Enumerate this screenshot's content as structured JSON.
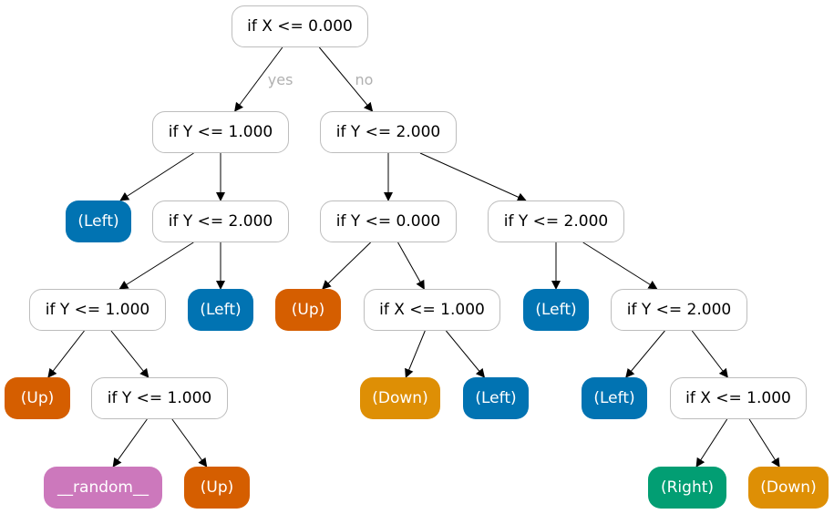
{
  "colors": {
    "Left": "#0173b2",
    "Up": "#d55e00",
    "Down": "#de8f05",
    "Right": "#029e73",
    "random": "#cc78bc"
  },
  "edge_labels": {
    "yes": "yes",
    "no": "no"
  },
  "nodes": [
    {
      "id": "n0",
      "kind": "decision",
      "label": "if X <= 0.000"
    },
    {
      "id": "n1",
      "kind": "decision",
      "label": "if Y <= 1.000"
    },
    {
      "id": "n2",
      "kind": "decision",
      "label": "if Y <= 2.000"
    },
    {
      "id": "n3",
      "kind": "leaf",
      "label": "(Left)",
      "class": "Left"
    },
    {
      "id": "n4",
      "kind": "decision",
      "label": "if Y <= 2.000"
    },
    {
      "id": "n5",
      "kind": "decision",
      "label": "if Y <= 0.000"
    },
    {
      "id": "n6",
      "kind": "decision",
      "label": "if Y <= 2.000"
    },
    {
      "id": "n7",
      "kind": "decision",
      "label": "if Y <= 1.000"
    },
    {
      "id": "n8",
      "kind": "leaf",
      "label": "(Left)",
      "class": "Left"
    },
    {
      "id": "n9",
      "kind": "leaf",
      "label": "(Up)",
      "class": "Up"
    },
    {
      "id": "n10",
      "kind": "decision",
      "label": "if X <= 1.000"
    },
    {
      "id": "n11",
      "kind": "leaf",
      "label": "(Left)",
      "class": "Left"
    },
    {
      "id": "n12",
      "kind": "decision",
      "label": "if Y <= 2.000"
    },
    {
      "id": "n13",
      "kind": "leaf",
      "label": "(Up)",
      "class": "Up"
    },
    {
      "id": "n14",
      "kind": "decision",
      "label": "if Y <= 1.000"
    },
    {
      "id": "n15",
      "kind": "leaf",
      "label": "(Down)",
      "class": "Down"
    },
    {
      "id": "n16",
      "kind": "leaf",
      "label": "(Left)",
      "class": "Left"
    },
    {
      "id": "n17",
      "kind": "leaf",
      "label": "(Left)",
      "class": "Left"
    },
    {
      "id": "n18",
      "kind": "decision",
      "label": "if X <= 1.000"
    },
    {
      "id": "n19",
      "kind": "leaf",
      "label": "__random__",
      "class": "random"
    },
    {
      "id": "n20",
      "kind": "leaf",
      "label": "(Up)",
      "class": "Up"
    },
    {
      "id": "n21",
      "kind": "leaf",
      "label": "(Right)",
      "class": "Right"
    },
    {
      "id": "n22",
      "kind": "leaf",
      "label": "(Down)",
      "class": "Down"
    }
  ],
  "edges": [
    {
      "from": "n0",
      "to": "n1",
      "label": "yes"
    },
    {
      "from": "n0",
      "to": "n2",
      "label": "no"
    },
    {
      "from": "n1",
      "to": "n3"
    },
    {
      "from": "n1",
      "to": "n4"
    },
    {
      "from": "n2",
      "to": "n5"
    },
    {
      "from": "n2",
      "to": "n6"
    },
    {
      "from": "n4",
      "to": "n7"
    },
    {
      "from": "n4",
      "to": "n8"
    },
    {
      "from": "n5",
      "to": "n9"
    },
    {
      "from": "n5",
      "to": "n10"
    },
    {
      "from": "n6",
      "to": "n11"
    },
    {
      "from": "n6",
      "to": "n12"
    },
    {
      "from": "n7",
      "to": "n13"
    },
    {
      "from": "n7",
      "to": "n14"
    },
    {
      "from": "n10",
      "to": "n15"
    },
    {
      "from": "n10",
      "to": "n16"
    },
    {
      "from": "n12",
      "to": "n17"
    },
    {
      "from": "n12",
      "to": "n18"
    },
    {
      "from": "n14",
      "to": "n19"
    },
    {
      "from": "n14",
      "to": "n20"
    },
    {
      "from": "n18",
      "to": "n21"
    },
    {
      "from": "n18",
      "to": "n22"
    }
  ]
}
